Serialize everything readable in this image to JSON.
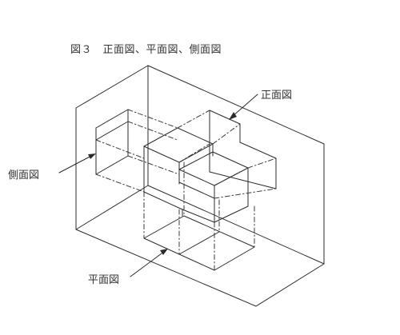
{
  "figure": {
    "caption": "図３　正面図、平面図、側面図",
    "labels": {
      "front": "正面図",
      "side": "側面図",
      "plan": "平面図"
    }
  }
}
